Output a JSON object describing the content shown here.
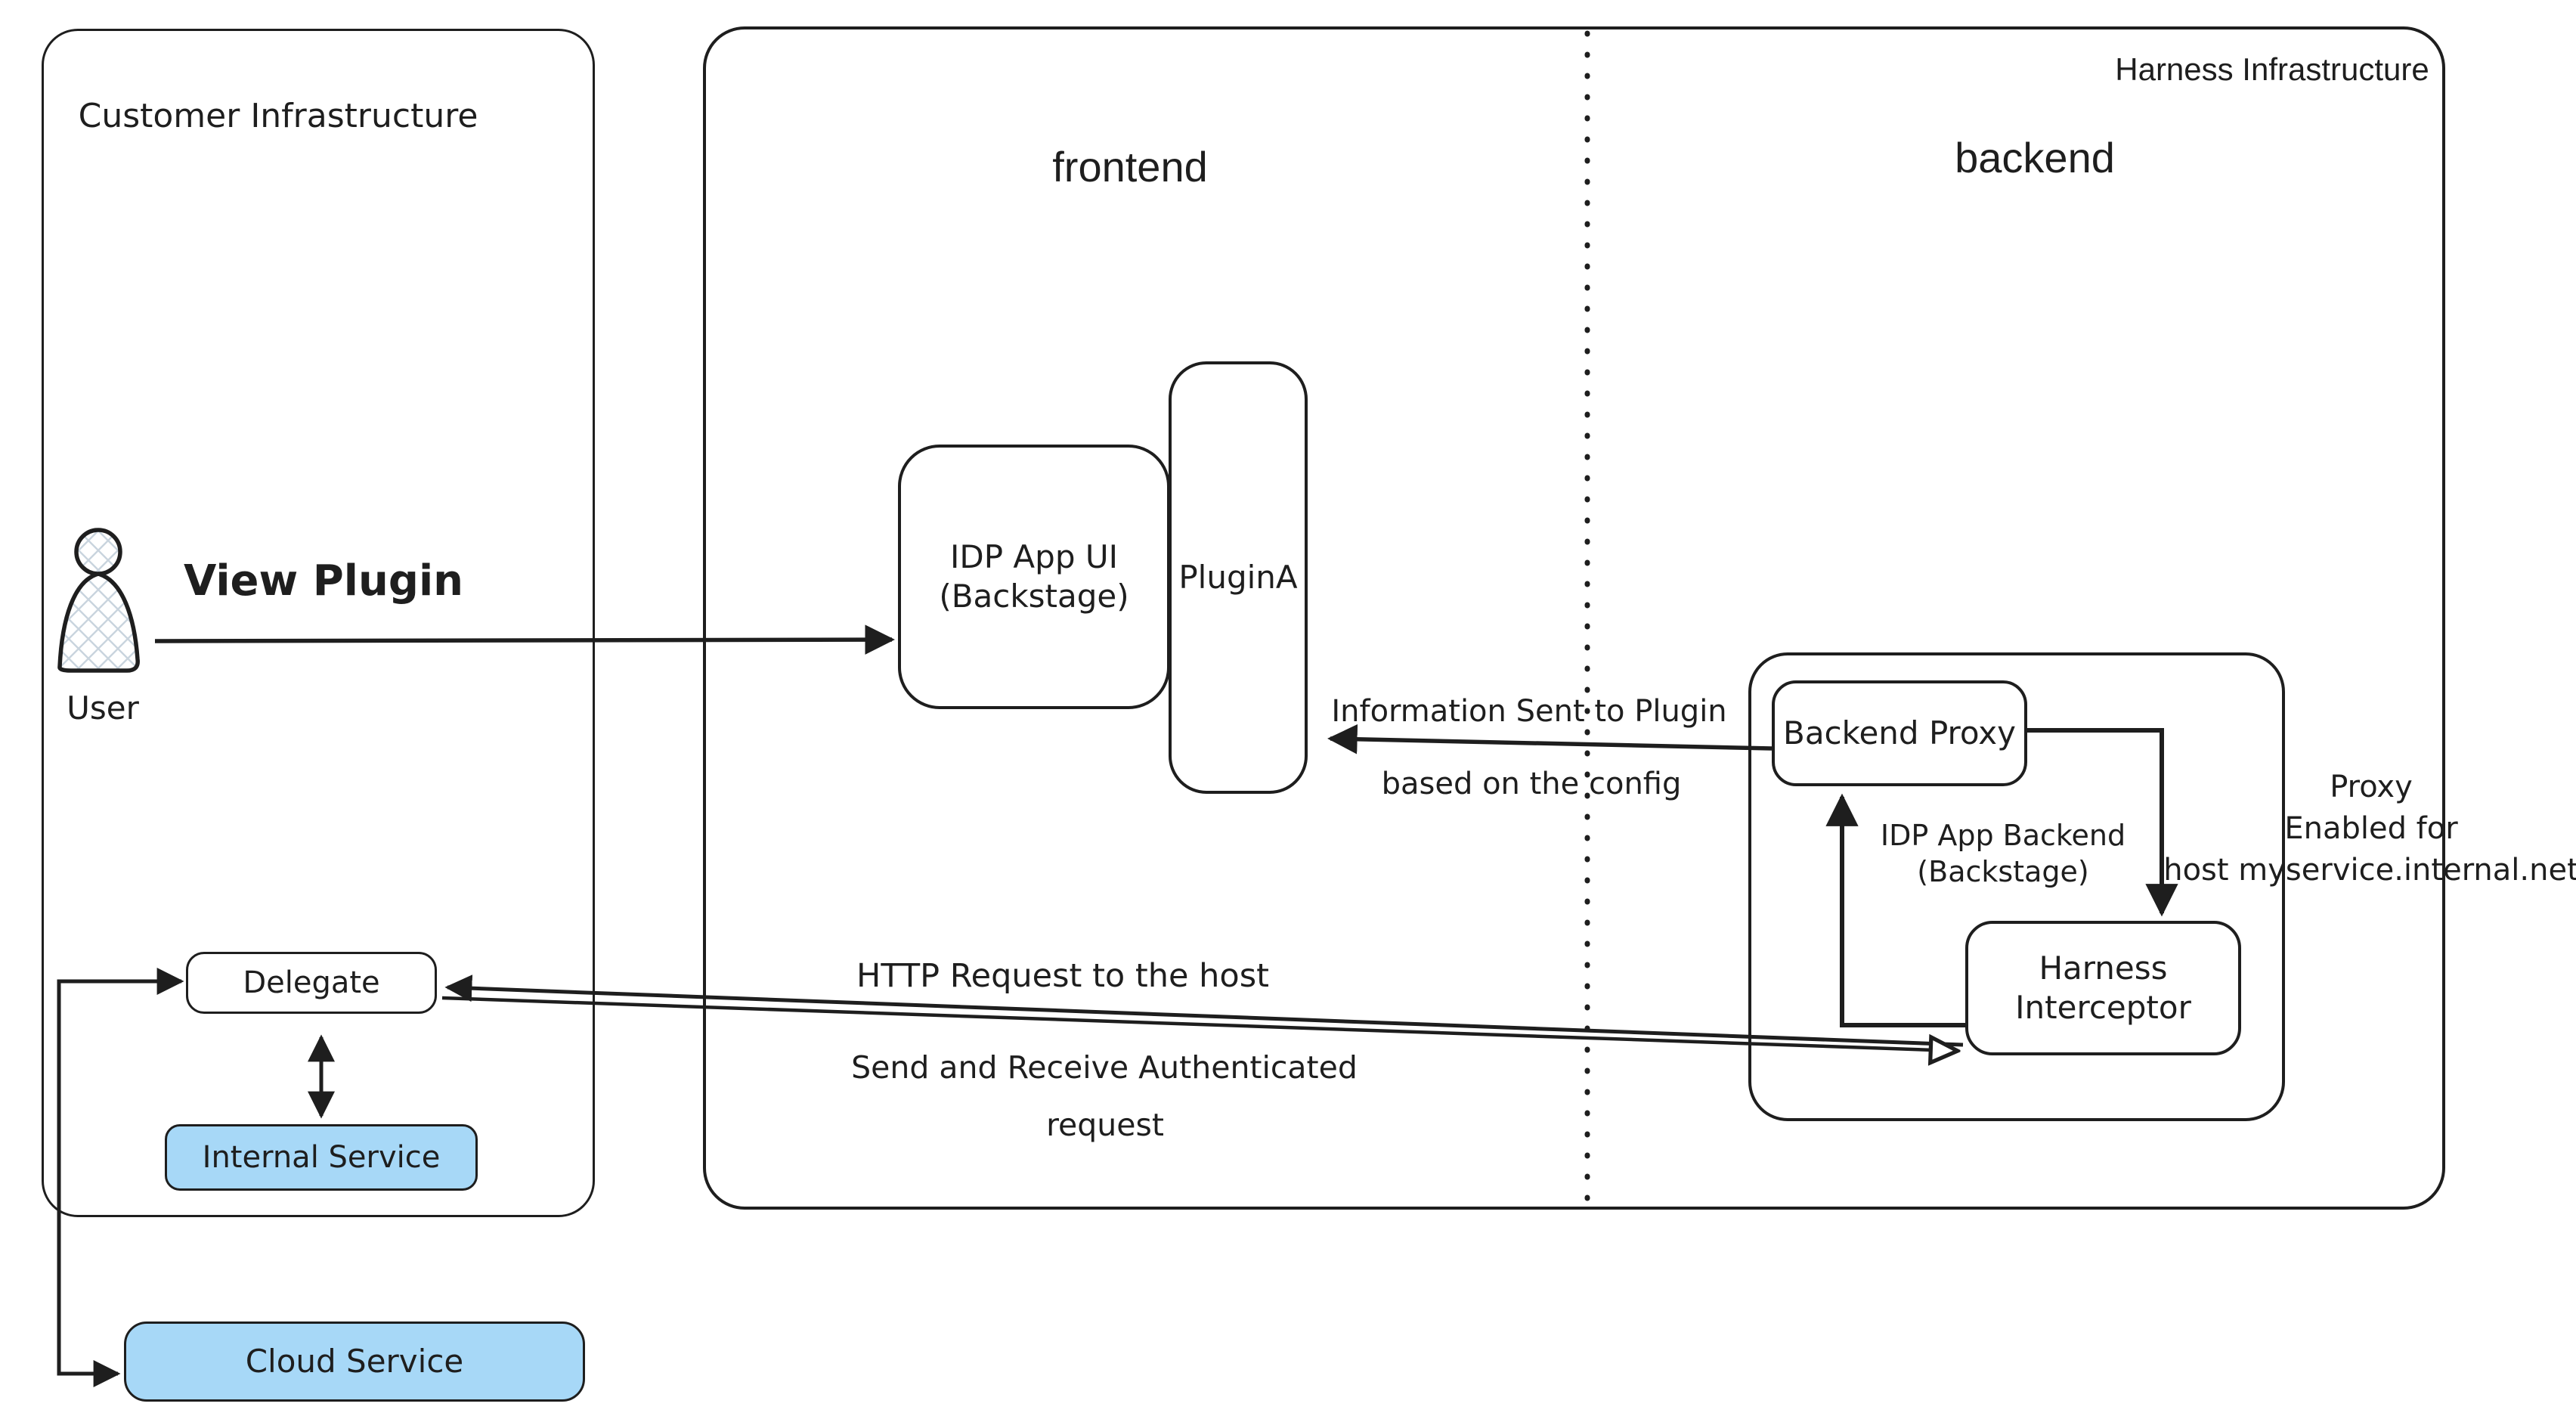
{
  "diagram": {
    "regions": {
      "customer": {
        "title": "Customer Infrastructure"
      },
      "harness": {
        "title": "Harness Infrastructure",
        "frontend_label": "frontend",
        "backend_label": "backend"
      }
    },
    "actors": {
      "user": {
        "label": "User"
      }
    },
    "nodes": {
      "idp_app_ui": {
        "line1": "IDP App UI",
        "line2": "(Backstage)"
      },
      "plugin_a": {
        "label": "PluginA"
      },
      "backend_proxy": {
        "label": "Backend Proxy"
      },
      "idp_app_backend": {
        "line1": "IDP App Backend",
        "line2": "(Backstage)"
      },
      "harness_interceptor": {
        "line1": "Harness",
        "line2": "Interceptor"
      },
      "delegate": {
        "label": "Delegate"
      },
      "internal_service": {
        "label": "Internal Service"
      },
      "cloud_service": {
        "label": "Cloud Service"
      }
    },
    "edges": {
      "view_plugin": {
        "label": "View Plugin"
      },
      "info_sent": {
        "line1": "Information Sent to Plugin",
        "line2": "based on the config"
      },
      "http_request": {
        "label": "HTTP Request to the host"
      },
      "send_receive": {
        "line1": "Send and Receive Authenticated",
        "line2": "request"
      },
      "proxy_enabled": {
        "line1": "Proxy",
        "line2": "Enabled for",
        "line3": "host myservice.internal.net"
      }
    },
    "colors": {
      "stroke": "#1e1e1e",
      "service_fill": "#a7d8f7",
      "hatch": "#c9d4de",
      "background": "#ffffff"
    }
  }
}
